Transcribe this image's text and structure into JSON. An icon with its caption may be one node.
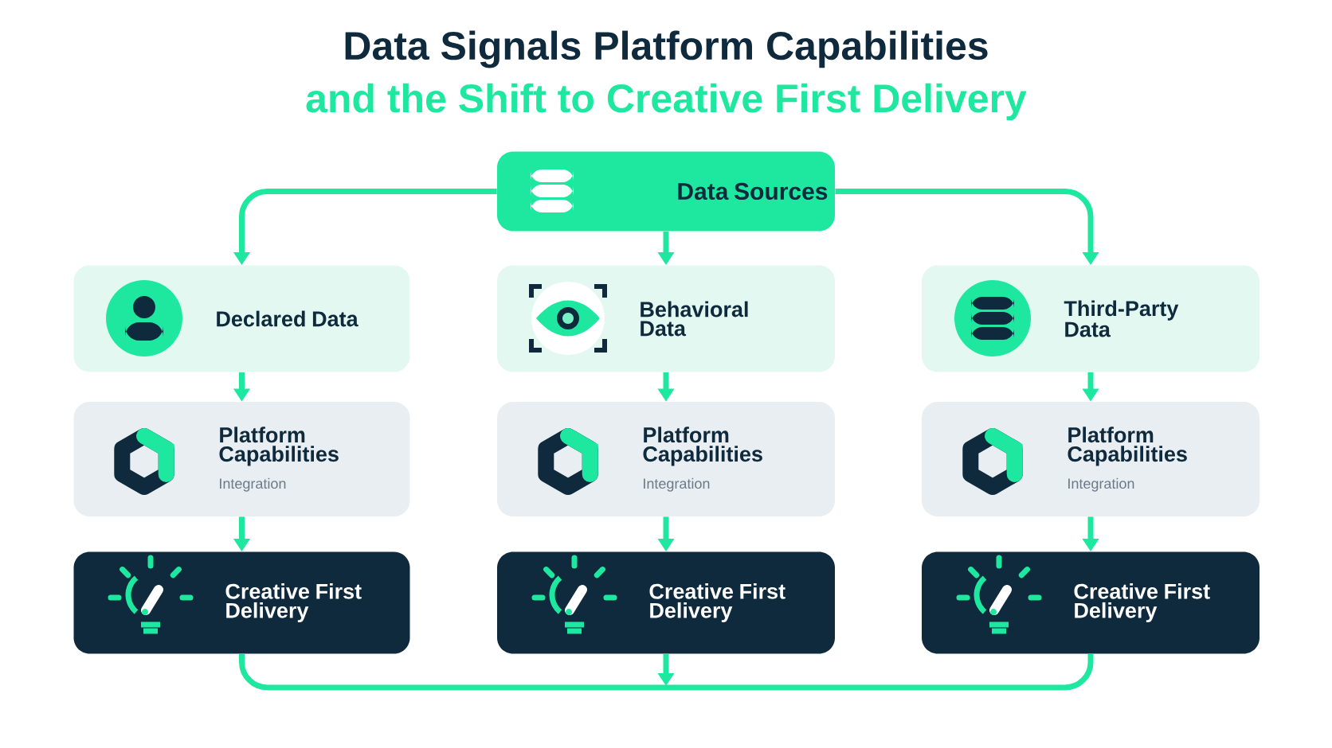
{
  "diagram": {
    "title": "Data Signals Platform Capabilities",
    "labels": [
      "and the Shift to Creative First Delivery"
    ],
    "nodes": [
      {
        "text": [
          "Data Sources"
        ]
      },
      {
        "text": [
          "Declared Data"
        ]
      },
      {
        "text": [
          "Behavioral Data"
        ]
      },
      {
        "text": [
          "Third-Party Data"
        ]
      },
      {
        "text": [
          "Platform Capabilities",
          "Integration"
        ]
      },
      {
        "text": [
          "Platform Capabilities",
          "Integration"
        ]
      },
      {
        "text": [
          "Platform Capabilities",
          "Integration"
        ]
      },
      {
        "text": [
          "Creative First Delivery"
        ]
      },
      {
        "text": [
          "Creative First Delivery"
        ]
      },
      {
        "text": [
          "Creative First Delivery"
        ]
      }
    ],
    "edges": [
      {
        "from": 0,
        "to": 1,
        "arrow": "to"
      },
      {
        "from": 0,
        "to": 2,
        "arrow": "to"
      },
      {
        "from": 0,
        "to": 3,
        "arrow": "to"
      },
      {
        "from": 1,
        "to": 4,
        "arrow": "to"
      },
      {
        "from": 2,
        "to": 5,
        "arrow": "to"
      },
      {
        "from": 3,
        "to": 6,
        "arrow": "to"
      },
      {
        "from": 4,
        "to": 7,
        "arrow": "to"
      },
      {
        "from": 5,
        "to": 8,
        "arrow": "to"
      },
      {
        "from": 6,
        "to": 9,
        "arrow": "to"
      },
      {
        "from": 7,
        "to": 9,
        "arrow": "none"
      },
      {
        "from": 8,
        "to": null,
        "arrow": "to"
      }
    ]
  }
}
